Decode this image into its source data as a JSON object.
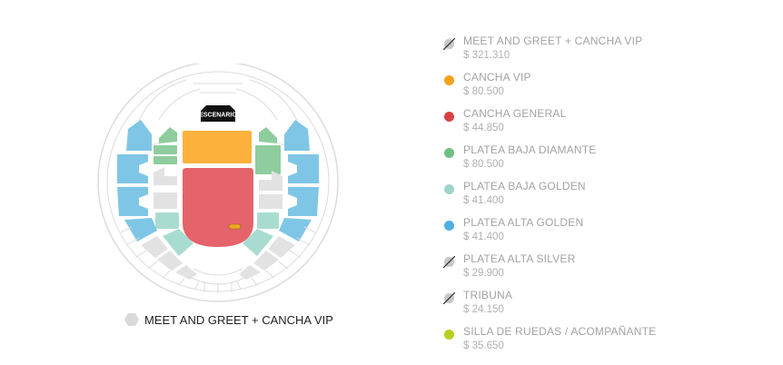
{
  "map": {
    "stage_label": "ESCENARIO",
    "selected_zone_label": "MEET AND GREET + CANCHA VIP",
    "colors": {
      "outline": "#dcdcdc",
      "unavailable": "#e2e2e2",
      "stage": "#111111",
      "cancha_vip": "#fbb13c",
      "cancha_general": "#e5636a",
      "platea_baja_diamante": "#8fcc9e",
      "platea_baja_golden": "#a9dcd0",
      "platea_alta_golden": "#7fc6e6",
      "silla_de_ruedas": "#f2a623"
    }
  },
  "legend": {
    "items": [
      {
        "name": "MEET AND GREET + CANCHA VIP",
        "price": "$ 321.310",
        "status": "sold-out",
        "color": "#c9c9c9"
      },
      {
        "name": "CANCHA VIP",
        "price": "$ 80.500",
        "status": "available",
        "color": "#f7a21b"
      },
      {
        "name": "CANCHA GENERAL",
        "price": "$ 44.850",
        "status": "available",
        "color": "#d84141"
      },
      {
        "name": "PLATEA BAJA DIAMANTE",
        "price": "$ 80.500",
        "status": "available",
        "color": "#6fbf83"
      },
      {
        "name": "PLATEA BAJA GOLDEN",
        "price": "$ 41.400",
        "status": "available",
        "color": "#9fd3c9"
      },
      {
        "name": "PLATEA ALTA GOLDEN",
        "price": "$ 41.400",
        "status": "available",
        "color": "#4fb0e0"
      },
      {
        "name": "PLATEA ALTA SILVER",
        "price": "$ 29.900",
        "status": "sold-out",
        "color": "#c9c9c9"
      },
      {
        "name": "TRIBUNA",
        "price": "$ 24.150",
        "status": "sold-out",
        "color": "#c9c9c9"
      },
      {
        "name": "SILLA DE RUEDAS / ACOMPAÑANTE",
        "price": "$ 35.650",
        "status": "available",
        "color": "#b9cf1f"
      }
    ]
  }
}
